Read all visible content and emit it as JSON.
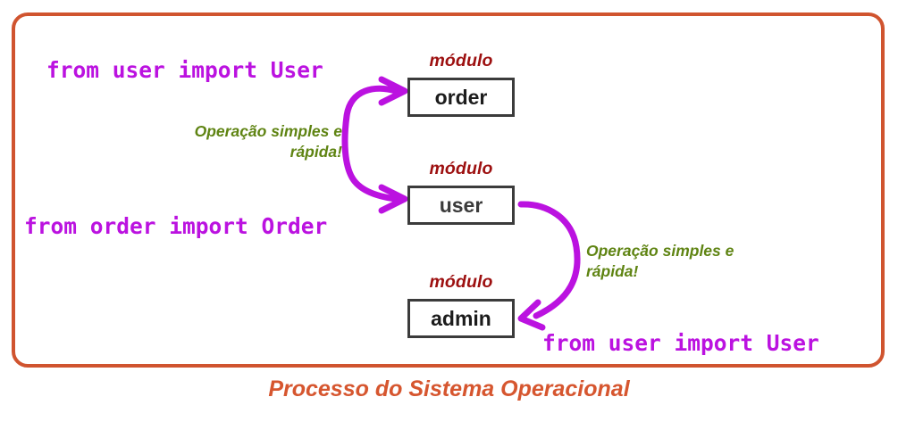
{
  "diagram": {
    "caption": "Processo do Sistema Operacional",
    "frame_color": "#d0542f",
    "background": "#ffffff"
  },
  "modules": [
    {
      "caption": "módulo",
      "name": "order",
      "color": "#1c1c1c"
    },
    {
      "caption": "módulo",
      "name": "user",
      "color": "#3b3b3b"
    },
    {
      "caption": "módulo",
      "name": "admin",
      "color": "#1c1c1c"
    }
  ],
  "code_snippets": [
    {
      "id": "top-left",
      "text": "from user import User",
      "color": "#bb12e0"
    },
    {
      "id": "mid-left",
      "text": "from order import Order",
      "color": "#bb12e0"
    },
    {
      "id": "bottom-right",
      "text": "from user import User",
      "color": "#bb12e0"
    }
  ],
  "notes": [
    {
      "id": "left",
      "text": "Operação simples e\nrápida!",
      "color": "#5f8413"
    },
    {
      "id": "right",
      "text": "Operação simples e\nrápida!",
      "color": "#5f8413"
    }
  ],
  "arrows": [
    {
      "id": "left-double-arrow",
      "from": "import-statements",
      "to": [
        "order",
        "user"
      ],
      "color": "#bb12e0",
      "heads": 2
    },
    {
      "id": "right-single-arrow",
      "from": "user",
      "to": [
        "admin"
      ],
      "color": "#bb12e0",
      "heads": 1
    }
  ]
}
